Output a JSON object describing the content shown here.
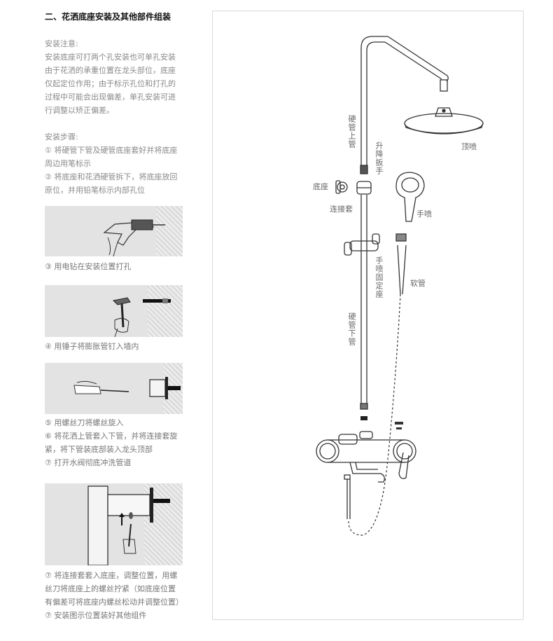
{
  "title": "二、花洒底座安装及其他部件组装",
  "notes": {
    "heading": "安装注意:",
    "lines": [
      "安装底座可打两个孔安装也可单孔安装",
      "由于花洒的承重位置在龙头部位，底座",
      "仅起定位作用；由于标示孔位和打孔的",
      "过程中可能会出现偏差，单孔安装可进",
      "行调整以矫正偏差。"
    ]
  },
  "steps_heading": "安装步骤:",
  "steps": {
    "s1a": "① 将硬管下管及硬管底座套好并将底座",
    "s1b": "周边用笔标示",
    "s2a": "② 将底座和花洒硬管拆下，将底座放回",
    "s2b": "原位，并用铅笔标示内部孔位",
    "s3": "③ 用电钻在安装位置打孔",
    "s4": "④ 用锤子将膨胀管钉入墙内",
    "s5": "⑤ 用螺丝刀将螺丝旋入",
    "s6a": "⑥ 将花洒上管套入下管，并将连接套旋",
    "s6b": "紧，将下管装底部装入龙头顶部",
    "s7": "⑦ 打开水阀彻底冲洗管道",
    "s8a": "⑦ 将连接套套入底座，调整位置，用螺",
    "s8b": "丝刀将底座上的螺丝拧紧（如底座位置",
    "s8c": "有偏差可将底座内螺丝松动并调整位置）",
    "s9": "⑦ 安装图示位置装好其他组件"
  },
  "diagram_labels": {
    "top_spray": "顶喷",
    "upper_pipe": "硬管上管",
    "slide_handle": "升降扳手",
    "base": "底座",
    "connector": "连接套",
    "hand_spray": "手喷",
    "hand_holder": "手喷固定座",
    "hose": "软管",
    "lower_pipe": "硬管下管"
  }
}
